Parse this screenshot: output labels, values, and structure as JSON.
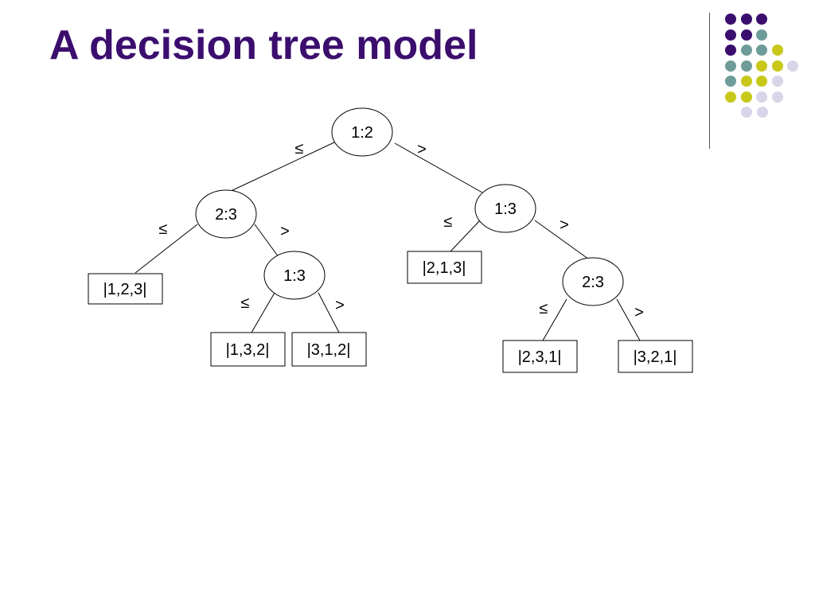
{
  "title": "A decision tree model",
  "colors": {
    "title": "#3b0e6e",
    "purple": "#3b0e6e",
    "teal": "#6e9c9a",
    "olive": "#c8c81a",
    "lavender": "#d6d6e8"
  },
  "decoration_dots": [
    [
      "purple",
      "purple",
      "purple",
      ""
    ],
    [
      "purple",
      "purple",
      "teal",
      ""
    ],
    [
      "purple",
      "teal",
      "teal",
      "olive"
    ],
    [
      "teal",
      "teal",
      "olive",
      "olive",
      "lavender"
    ],
    [
      "teal",
      "olive",
      "olive",
      "lavender"
    ],
    [
      "olive",
      "olive",
      "lavender",
      "lavender"
    ],
    [
      "lavender",
      "lavender"
    ]
  ],
  "tree": {
    "comparisons": [
      "1:2",
      "2:3",
      "1:3",
      "1:3",
      "2:3"
    ],
    "leaves": [
      "|1,2,3|",
      "|1,3,2|",
      "|3,1,2|",
      "|2,1,3|",
      "|2,3,1|",
      "|3,2,1|"
    ],
    "le_label": "≤",
    "gt_label": ">"
  }
}
